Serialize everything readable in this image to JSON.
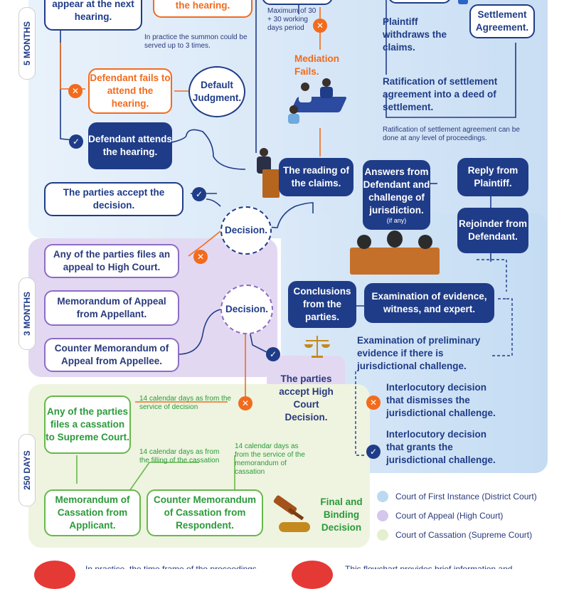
{
  "side_labels": {
    "five_months": "5 MONTHS",
    "three_months": "3 MONTHS",
    "days_250": "250 DAYS"
  },
  "first_instance": {
    "appear_next_hearing": "appear at the next hearing.",
    "the_hearing": "the hearing.",
    "summon_note": "In practice the summon could be served up to 3 times.",
    "mediation_period": "Maximum of 30 + 30 working days period",
    "mediation_fails": "Mediation Fails.",
    "plaintiff_withdraws": "Plaintiff withdraws the claims.",
    "settlement_agreement": "Settlement Agreement.",
    "ratification": "Ratification of settlement agreement into a deed of settlement.",
    "ratification_note": "Ratification of settlement agreement can be done at any level of proceedings.",
    "defendant_fails": "Defendant fails to attend the hearing.",
    "default_judgment": "Default Judgment.",
    "defendant_attends": "Defendant attends the hearing.",
    "reading_claims": "The reading of the claims.",
    "answers_defendant": "Answers from Defendant and challenge of jurisdiction.",
    "if_any": "(if any)",
    "reply_plaintiff": "Reply from Plaintiff.",
    "rejoinder": "Rejoinder from Defendant.",
    "parties_accept": "The parties accept the decision.",
    "decision": "Decision.",
    "conclusions": "Conclusions from the parties.",
    "examination_evidence": "Examination of evidence, witness, and expert.",
    "preliminary_evidence": "Examination of preliminary evidence if there is jurisdictional challenge.",
    "interlocutory_dismiss": "Interlocutory decision that dismisses the jurisdictional challenge.",
    "interlocutory_grant": "Interlocutory decision that grants the jurisdictional challenge."
  },
  "appeal": {
    "files_appeal": "Any of the parties files an appeal to High Court.",
    "memorandum_appeal": "Memorandum of Appeal from Appellant.",
    "counter_memorandum": "Counter Memorandum of Appeal from Appellee.",
    "decision": "Decision.",
    "accept_high_court": "The parties accept High Court Decision."
  },
  "cassation": {
    "days_from_decision": "14 calendar days as from the service of decision",
    "files_cassation": "Any of the parties files a cassation to Supreme Court.",
    "days_from_filing": "14 calendar days as from the filling of the cassation",
    "days_from_memorandum": "14 calendar days as from the service of the memorandum of cassation",
    "memorandum_cassation": "Memorandum of Cassation from Applicant.",
    "counter_cassation": "Counter Memorandum of Cassation from Respondent.",
    "final_binding": "Final and Binding Decision"
  },
  "legend": [
    {
      "label": "Court of First Instance (District Court)",
      "color": "#bcd9f2"
    },
    {
      "label": "Court of Appeal (High Court)",
      "color": "#d5c7ec"
    },
    {
      "label": "Court of Cassation (Supreme Court)",
      "color": "#e3efcf"
    }
  ],
  "bottom_texts": {
    "left": "In practice, the time frame of the proceedings",
    "right": "This flowchart provides brief information and"
  },
  "colors": {
    "navy": "#1f3c88",
    "orange": "#f26b1d",
    "purple": "#8e6cc4",
    "green": "#67b84a",
    "blue_panel": "#cfe3f6",
    "purple_panel": "#e1d6f1",
    "green_panel": "#eef4e0"
  }
}
